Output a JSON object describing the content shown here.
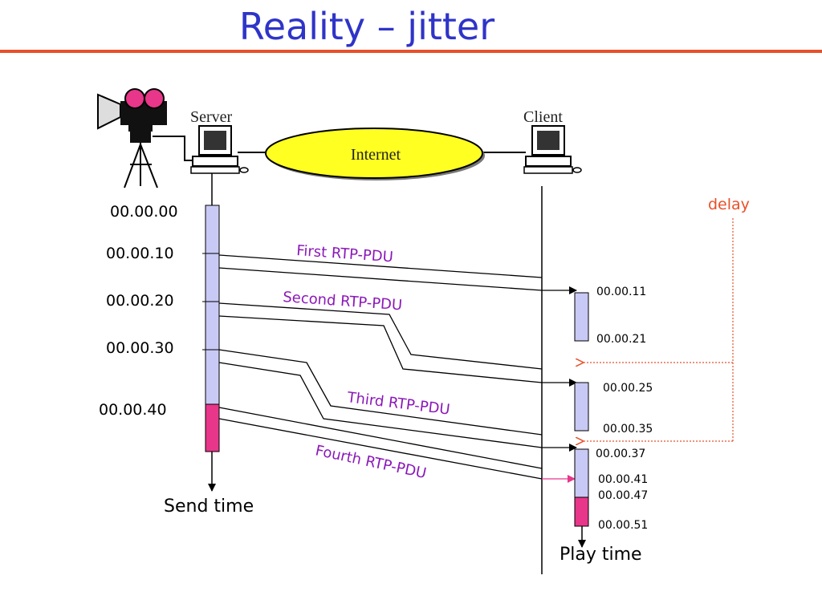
{
  "slide": {
    "title": "Reality – jitter"
  },
  "network": {
    "server_label": "Server",
    "client_label": "Client",
    "internet_label": "Internet"
  },
  "send_times": [
    "00.00.00",
    "00.00.10",
    "00.00.20",
    "00.00.30",
    "00.00.40"
  ],
  "packets": [
    "First RTP-PDU",
    "Second RTP-PDU",
    "Third RTP-PDU",
    "Fourth RTP-PDU"
  ],
  "receive_times": [
    "00.00.11",
    "00.00.21",
    "00.00.25",
    "00.00.35",
    "00.00.37",
    "00.00.41",
    "00.00.47",
    "00.00.51"
  ],
  "labels": {
    "delay": "delay",
    "send_axis": "Send time",
    "play_axis": "Play time"
  },
  "colors": {
    "title": "#2f34c8",
    "accent": "#e8502a",
    "packet_block": "#c9c9f5",
    "last_block": "#e8368a",
    "cloud": "#ffff22",
    "pdu_text": "#8b18b8"
  }
}
